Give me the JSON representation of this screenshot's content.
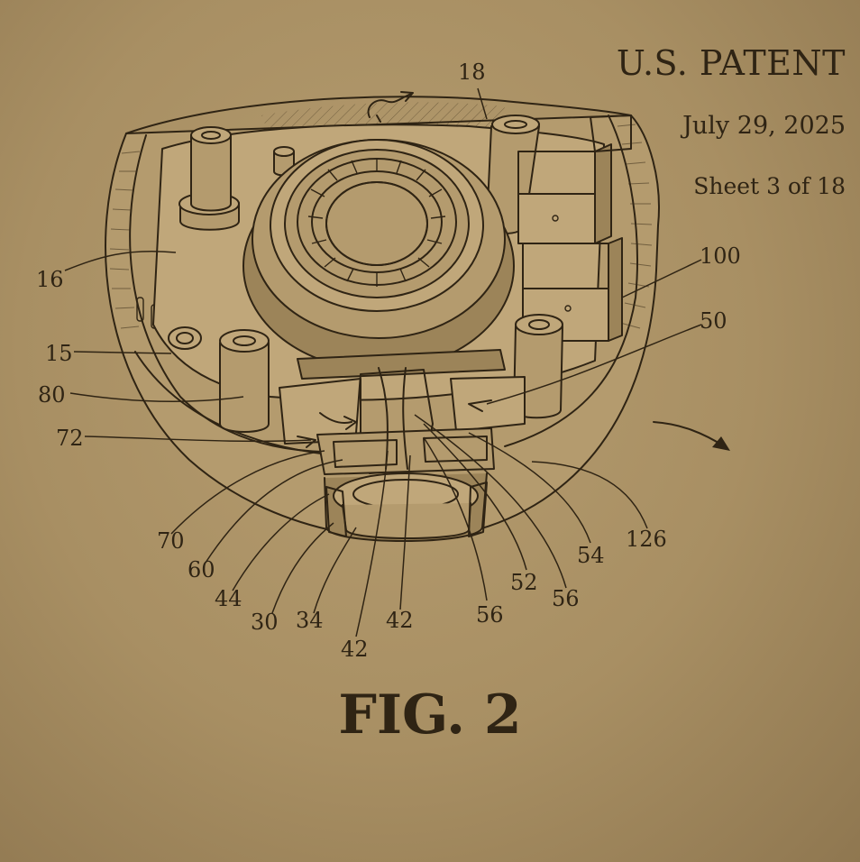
{
  "header": {
    "title": "U.S. PATENT",
    "date": "July 29, 2025",
    "sheet": "Sheet 3 of 18"
  },
  "figure": {
    "title": "FIG. 2",
    "reference_numerals": [
      "18",
      "16",
      "15",
      "80",
      "72",
      "70",
      "60",
      "44",
      "30",
      "34",
      "42",
      "42",
      "56",
      "52",
      "56",
      "54",
      "126",
      "100",
      "50"
    ]
  },
  "colors": {
    "paper": "#a88f63",
    "ink": "#2f2414"
  }
}
